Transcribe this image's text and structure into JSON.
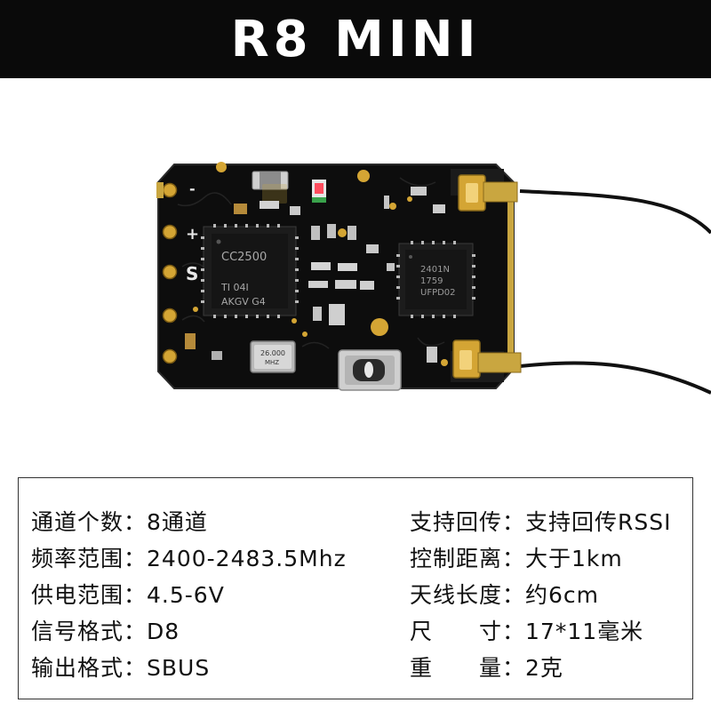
{
  "header": {
    "title": "R8 MINI"
  },
  "photo": {
    "chip_main": {
      "line1": "CC2500",
      "line2": "TI  04I",
      "line3": "AKGV  G4"
    },
    "chip_side": {
      "line1": "2401N",
      "line2": "1759",
      "line3": "UFPD02"
    },
    "crystal": {
      "line1": "26.000",
      "line2": "MHZ"
    },
    "pin_labels": {
      "minus": "-",
      "plus": "+",
      "signal": "S"
    },
    "colors": {
      "board": "#0d0d0d",
      "gold": "#d4a534",
      "cable": "#111111"
    }
  },
  "specs": {
    "left": [
      {
        "key": "通道个数",
        "value": "8通道"
      },
      {
        "key": "频率范围",
        "value": "2400-2483.5Mhz"
      },
      {
        "key": "供电范围",
        "value": "4.5-6V"
      },
      {
        "key": "信号格式",
        "value": "D8"
      },
      {
        "key": "输出格式",
        "value": "SBUS"
      }
    ],
    "right": [
      {
        "key": "支持回传",
        "value": "支持回传RSSI"
      },
      {
        "key": "控制距离",
        "value": "大于1km"
      },
      {
        "key": "天线长度",
        "value": "约6cm"
      },
      {
        "key": "尺　　寸",
        "value": "17*11毫米"
      },
      {
        "key": "重　　量",
        "value": "2克"
      }
    ],
    "separator": "："
  }
}
